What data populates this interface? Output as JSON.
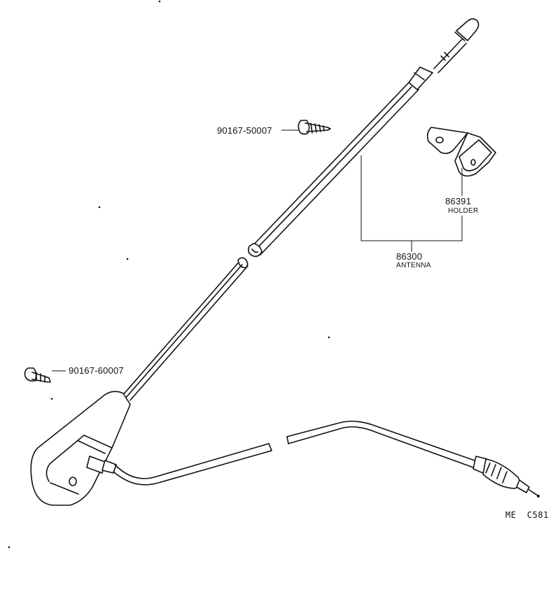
{
  "callouts": {
    "screw_upper": {
      "part_number": "90167-50007"
    },
    "screw_lower": {
      "part_number": "90167-60007"
    },
    "holder": {
      "part_number": "86391",
      "part_name": "HOLDER"
    },
    "antenna": {
      "part_number": "86300",
      "part_name": "ANTENNA"
    }
  },
  "figure_code": "ME  C581",
  "colors": {
    "ink": "#111111",
    "paper": "#ffffff"
  }
}
